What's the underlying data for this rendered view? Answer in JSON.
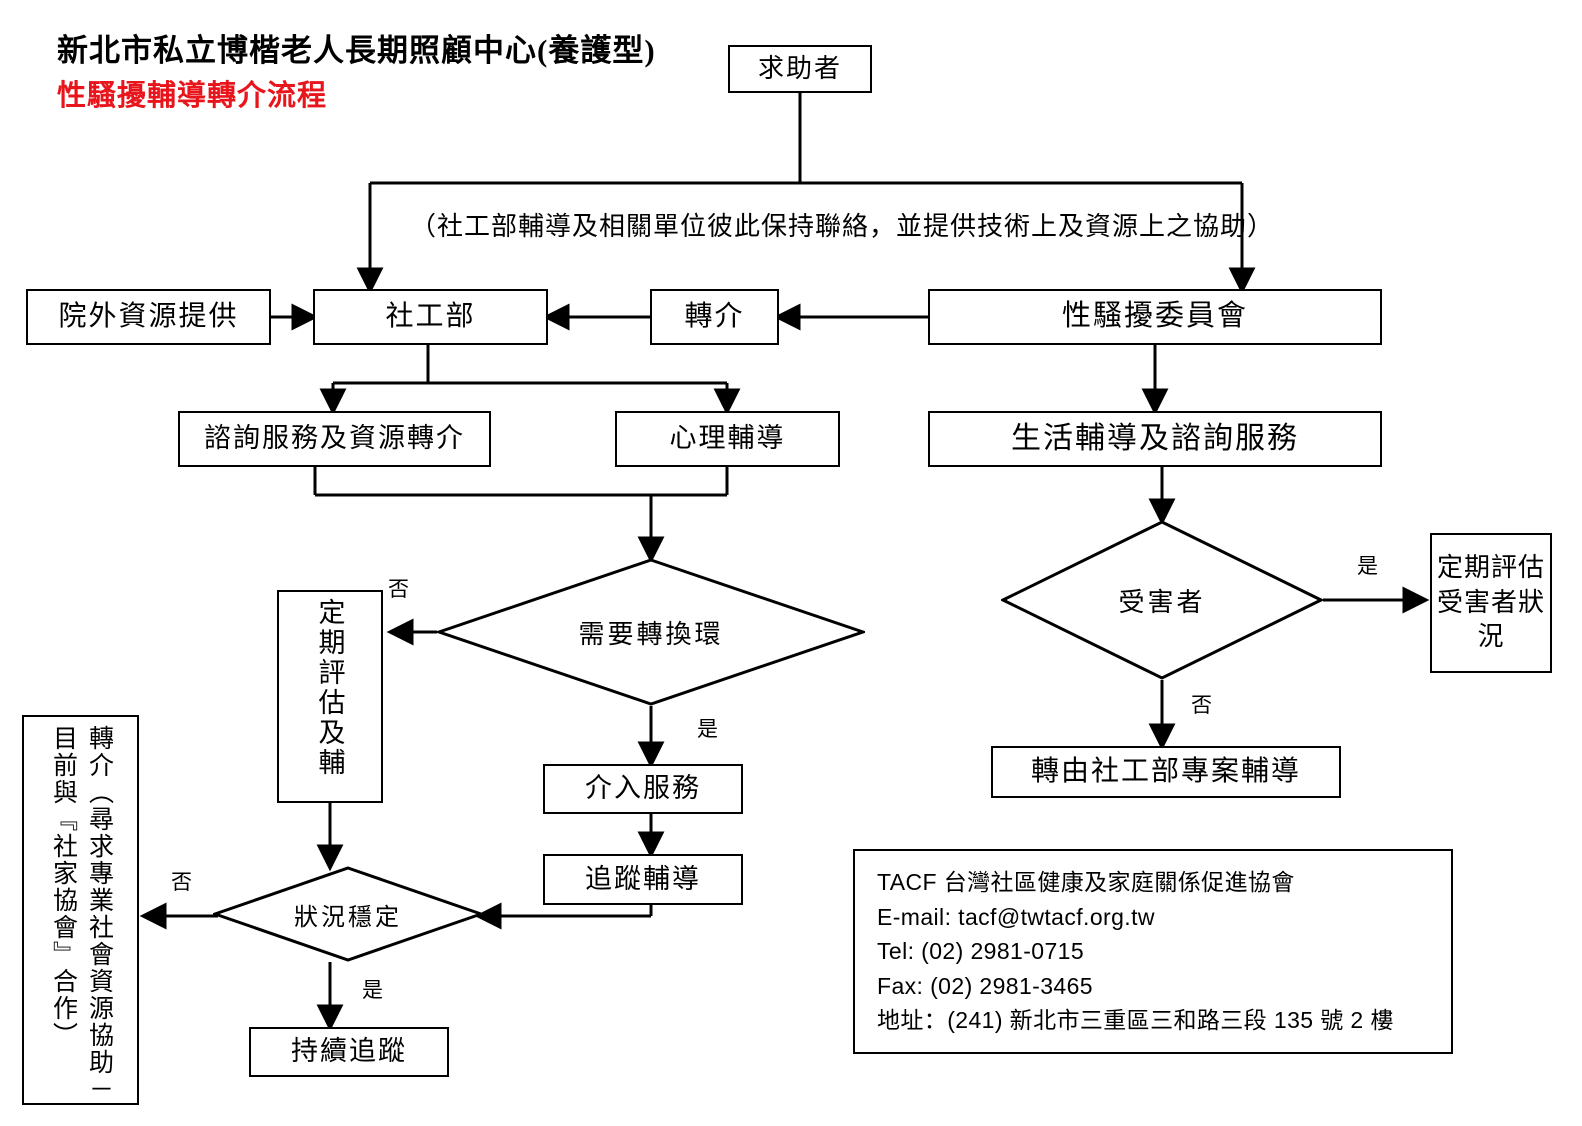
{
  "header": {
    "org_title": "新北市私立博楷老人長期照顧中心(養護型)",
    "doc_title": "性騷擾輔導轉介流程",
    "doc_title_color": "#e8161c"
  },
  "note": {
    "text": "（社工部輔導及相關單位彼此保持聯絡，並提供技術上及資源上之協助）"
  },
  "nodes": {
    "help_seeker": "求助者",
    "external_resource": "院外資源提供",
    "social_work_dept": "社工部",
    "referral": "轉介",
    "harassment_committee": "性騷擾委員會",
    "consult_service": "諮詢服務及資源轉介",
    "psych_counseling": "心理輔導",
    "life_guidance": "生活輔導及諮詢服務",
    "periodic_eval_guidance": "定期評估及輔",
    "intervention_service": "介入服務",
    "follow_up_counseling": "追蹤輔導",
    "continuous_tracking": "持續追蹤",
    "periodic_eval_victim": "定期評估受害者狀況",
    "transfer_to_sw_case": "轉由社工部專案輔導",
    "referral_long": "轉介（尋求專業社會資源協助－目前與『社家協會』合作）"
  },
  "decisions": {
    "need_transfer": "需要轉換環",
    "condition_stable": "狀況穩定",
    "victim": "受害者"
  },
  "edge_labels": {
    "need_transfer_no": "否",
    "need_transfer_yes": "是",
    "condition_stable_no": "否",
    "condition_stable_yes": "是",
    "victim_yes": "是",
    "victim_no": "否"
  },
  "contact": {
    "lines": [
      "TACF  台灣社區健康及家庭關係促進協會",
      "E-mail: tacf@twtacf.org.tw",
      "Tel: (02) 2981-0715",
      "Fax: (02) 2981-3465",
      "地址：(241)  新北市三重區三和路三段 135 號 2 樓"
    ]
  }
}
